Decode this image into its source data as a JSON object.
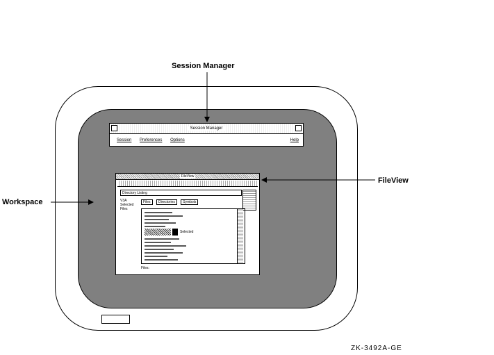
{
  "callouts": {
    "session_manager": "Session Manager",
    "fileview": "FileView",
    "workspace": "Workspace"
  },
  "session_manager_window": {
    "title": "Session Manager",
    "menu": [
      "Session",
      "Preferences",
      "Options"
    ],
    "help": "Help"
  },
  "fileview_window": {
    "title": "FileView",
    "path": "Directory Listing",
    "tabs": [
      "Files",
      "Directories",
      "Symbols"
    ],
    "side": [
      "V3A",
      "Selected",
      "Files"
    ],
    "selection_label": "Selected",
    "footer": "Files:"
  },
  "figure_id": "ZK-3492A-GE"
}
